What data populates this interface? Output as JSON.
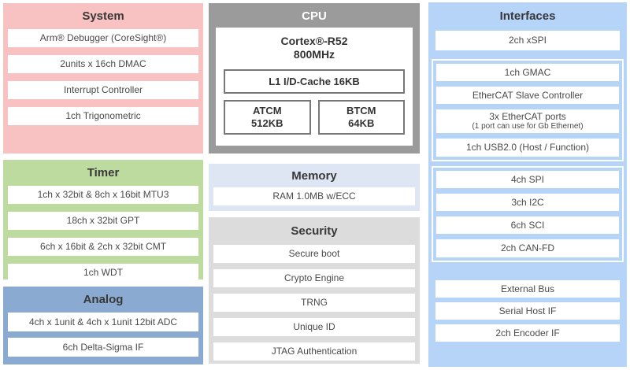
{
  "diagram": {
    "panels": {
      "system": {
        "title": "System",
        "color": "#f9c2c2",
        "items": [
          "Arm® Debugger (CoreSight®)",
          "2units x 16ch DMAC",
          "Interrupt Controller",
          "1ch Trigonometric"
        ]
      },
      "timer": {
        "title": "Timer",
        "color": "#bddb9f",
        "items": [
          "1ch x 32bit & 8ch x 16bit MTU3",
          "18ch x 32bit GPT",
          "6ch x 16bit & 2ch x 32bit CMT",
          "1ch WDT"
        ]
      },
      "analog": {
        "title": "Analog",
        "color": "#8aaad2",
        "items": [
          "4ch x 1unit & 4ch x 1unit 12bit ADC",
          "6ch Delta-Sigma IF"
        ]
      },
      "cpu": {
        "title": "CPU",
        "color": "#9b9b9b",
        "core": {
          "name": "Cortex®-R52",
          "frequency": "800MHz"
        },
        "cache": "L1 I/D-Cache 16KB",
        "tcm": [
          {
            "name": "ATCM",
            "size": "512KB"
          },
          {
            "name": "BTCM",
            "size": "64KB"
          }
        ]
      },
      "memory": {
        "title": "Memory",
        "color": "#dde6f2",
        "items": [
          "RAM 1.0MB w/ECC"
        ]
      },
      "security": {
        "title": "Security",
        "color": "#dcdcdc",
        "items": [
          "Secure boot",
          "Crypto Engine",
          "TRNG",
          "Unique ID",
          "JTAG Authentication"
        ]
      },
      "interfaces": {
        "title": "Interfaces",
        "color": "#b6d4f8",
        "top_items": [
          "2ch xSPI"
        ],
        "network_group": {
          "items": [
            "1ch GMAC",
            "EtherCAT Slave Controller",
            "3x EtherCAT ports",
            "1ch USB2.0 (Host / Function)"
          ],
          "ethercat_note": "(1 port can use for Gb Ethernet)"
        },
        "serial_group": {
          "items": [
            "4ch SPI",
            "3ch I2C",
            "6ch SCI",
            "2ch CAN-FD"
          ]
        },
        "bottom_items": [
          "External Bus",
          "Serial Host IF",
          "2ch Encoder IF"
        ]
      }
    }
  }
}
